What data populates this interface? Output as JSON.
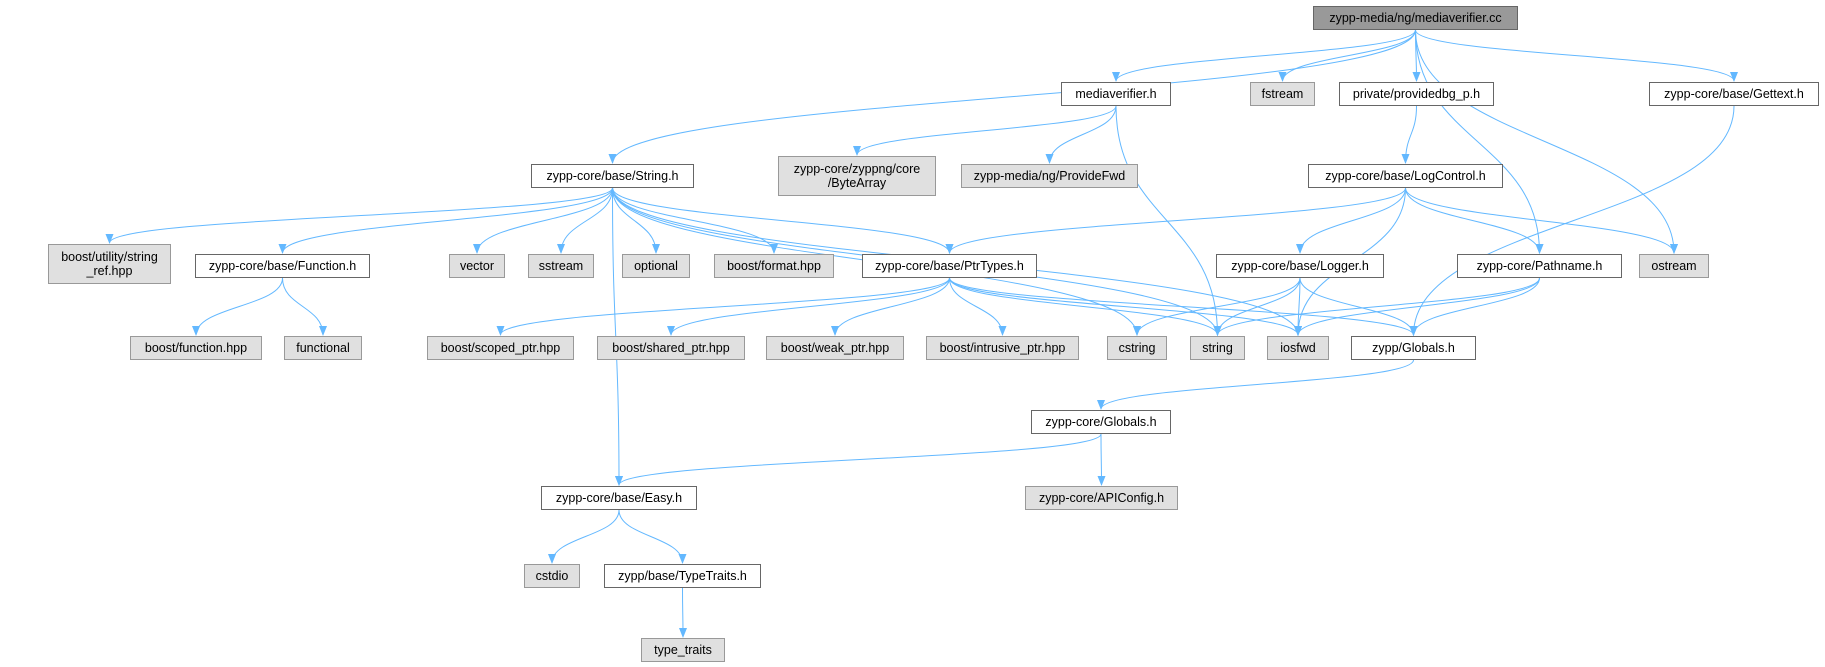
{
  "colors": {
    "edge": "#63b8ff",
    "root_fill": "#999999",
    "std_fill": "#e0e0e0",
    "doc_fill": "#ffffff",
    "border": "#666666"
  },
  "nodes": [
    {
      "id": "root",
      "label": "zypp-media/ng/mediaverifier.cc",
      "kind": "root"
    },
    {
      "id": "mediaverifier_h",
      "label": "mediaverifier.h",
      "kind": "doc"
    },
    {
      "id": "fstream",
      "label": "fstream",
      "kind": "std"
    },
    {
      "id": "providedbg",
      "label": "private/providedbg_p.h",
      "kind": "doc"
    },
    {
      "id": "gettext",
      "label": "zypp-core/base/Gettext.h",
      "kind": "doc"
    },
    {
      "id": "string_h",
      "label": "zypp-core/base/String.h",
      "kind": "doc"
    },
    {
      "id": "bytearray",
      "label": "zypp-core/zyppng/core\n/ByteArray",
      "kind": "std"
    },
    {
      "id": "providefwd",
      "label": "zypp-media/ng/ProvideFwd",
      "kind": "std"
    },
    {
      "id": "logcontrol",
      "label": "zypp-core/base/LogControl.h",
      "kind": "doc"
    },
    {
      "id": "string_ref",
      "label": "boost/utility/string\n_ref.hpp",
      "kind": "std"
    },
    {
      "id": "function_h",
      "label": "zypp-core/base/Function.h",
      "kind": "doc"
    },
    {
      "id": "vector",
      "label": "vector",
      "kind": "std"
    },
    {
      "id": "sstream",
      "label": "sstream",
      "kind": "std"
    },
    {
      "id": "optional",
      "label": "optional",
      "kind": "std"
    },
    {
      "id": "format",
      "label": "boost/format.hpp",
      "kind": "std"
    },
    {
      "id": "ptrtypes",
      "label": "zypp-core/base/PtrTypes.h",
      "kind": "doc"
    },
    {
      "id": "logger",
      "label": "zypp-core/base/Logger.h",
      "kind": "doc"
    },
    {
      "id": "pathname",
      "label": "zypp-core/Pathname.h",
      "kind": "doc"
    },
    {
      "id": "ostream",
      "label": "ostream",
      "kind": "std"
    },
    {
      "id": "bfunction",
      "label": "boost/function.hpp",
      "kind": "std"
    },
    {
      "id": "functional",
      "label": "functional",
      "kind": "std"
    },
    {
      "id": "scoped",
      "label": "boost/scoped_ptr.hpp",
      "kind": "std"
    },
    {
      "id": "shared",
      "label": "boost/shared_ptr.hpp",
      "kind": "std"
    },
    {
      "id": "weak",
      "label": "boost/weak_ptr.hpp",
      "kind": "std"
    },
    {
      "id": "intrusive",
      "label": "boost/intrusive_ptr.hpp",
      "kind": "std"
    },
    {
      "id": "cstring",
      "label": "cstring",
      "kind": "std"
    },
    {
      "id": "string",
      "label": "string",
      "kind": "std"
    },
    {
      "id": "iosfwd",
      "label": "iosfwd",
      "kind": "std"
    },
    {
      "id": "zypp_globals",
      "label": "zypp/Globals.h",
      "kind": "doc"
    },
    {
      "id": "core_globals",
      "label": "zypp-core/Globals.h",
      "kind": "doc"
    },
    {
      "id": "easy",
      "label": "zypp-core/base/Easy.h",
      "kind": "doc"
    },
    {
      "id": "apiconfig",
      "label": "zypp-core/APIConfig.h",
      "kind": "std"
    },
    {
      "id": "cstdio",
      "label": "cstdio",
      "kind": "std"
    },
    {
      "id": "typetraits_h",
      "label": "zypp/base/TypeTraits.h",
      "kind": "doc"
    },
    {
      "id": "type_traits",
      "label": "type_traits",
      "kind": "std"
    }
  ],
  "edges": [
    [
      "root",
      "mediaverifier_h"
    ],
    [
      "root",
      "fstream"
    ],
    [
      "root",
      "providedbg"
    ],
    [
      "root",
      "gettext"
    ],
    [
      "root",
      "string_h"
    ],
    [
      "root",
      "pathname"
    ],
    [
      "root",
      "ostream"
    ],
    [
      "mediaverifier_h",
      "bytearray"
    ],
    [
      "mediaverifier_h",
      "providefwd"
    ],
    [
      "mediaverifier_h",
      "string"
    ],
    [
      "providedbg",
      "logcontrol"
    ],
    [
      "gettext",
      "zypp_globals"
    ],
    [
      "string_h",
      "string_ref"
    ],
    [
      "string_h",
      "function_h"
    ],
    [
      "string_h",
      "vector"
    ],
    [
      "string_h",
      "sstream"
    ],
    [
      "string_h",
      "optional"
    ],
    [
      "string_h",
      "format"
    ],
    [
      "string_h",
      "ptrtypes"
    ],
    [
      "string_h",
      "cstring"
    ],
    [
      "string_h",
      "string"
    ],
    [
      "string_h",
      "iosfwd"
    ],
    [
      "string_h",
      "easy"
    ],
    [
      "logcontrol",
      "ptrtypes"
    ],
    [
      "logcontrol",
      "logger"
    ],
    [
      "logcontrol",
      "pathname"
    ],
    [
      "logcontrol",
      "ostream"
    ],
    [
      "logcontrol",
      "iosfwd"
    ],
    [
      "function_h",
      "bfunction"
    ],
    [
      "function_h",
      "functional"
    ],
    [
      "ptrtypes",
      "scoped"
    ],
    [
      "ptrtypes",
      "shared"
    ],
    [
      "ptrtypes",
      "weak"
    ],
    [
      "ptrtypes",
      "intrusive"
    ],
    [
      "ptrtypes",
      "string"
    ],
    [
      "ptrtypes",
      "iosfwd"
    ],
    [
      "ptrtypes",
      "zypp_globals"
    ],
    [
      "logger",
      "cstring"
    ],
    [
      "logger",
      "string"
    ],
    [
      "logger",
      "iosfwd"
    ],
    [
      "logger",
      "zypp_globals"
    ],
    [
      "pathname",
      "string"
    ],
    [
      "pathname",
      "iosfwd"
    ],
    [
      "pathname",
      "zypp_globals"
    ],
    [
      "zypp_globals",
      "core_globals"
    ],
    [
      "core_globals",
      "easy"
    ],
    [
      "core_globals",
      "apiconfig"
    ],
    [
      "easy",
      "cstdio"
    ],
    [
      "easy",
      "typetraits_h"
    ],
    [
      "typetraits_h",
      "type_traits"
    ]
  ]
}
